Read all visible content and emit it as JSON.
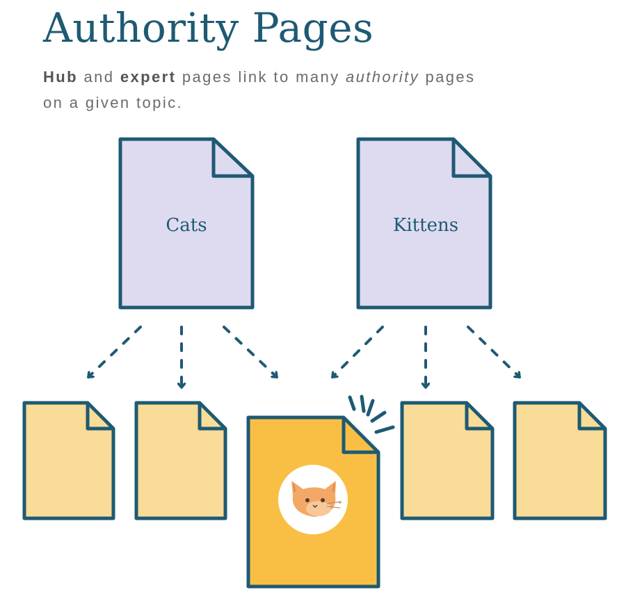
{
  "header": {
    "title": "Authority Pages",
    "subtitle": {
      "hub": "Hub",
      "and": "and",
      "expert": "expert",
      "middle": "pages link to many",
      "authority": "authority",
      "line1_end": "pages",
      "line2": "on a given topic."
    }
  },
  "diagram": {
    "hub_pages": [
      {
        "label": "Cats"
      },
      {
        "label": "Kittens"
      }
    ],
    "authority_pages_count": 5,
    "highlighted_authority_icon": "cat-face-icon",
    "colors": {
      "outline": "#1e5a73",
      "hub_fill": "#dedbf1",
      "authority_fill": "#f8dc98",
      "highlight_fill": "#f9bf44",
      "title": "#1e5a73",
      "subtitle": "#6b6b6b"
    }
  }
}
